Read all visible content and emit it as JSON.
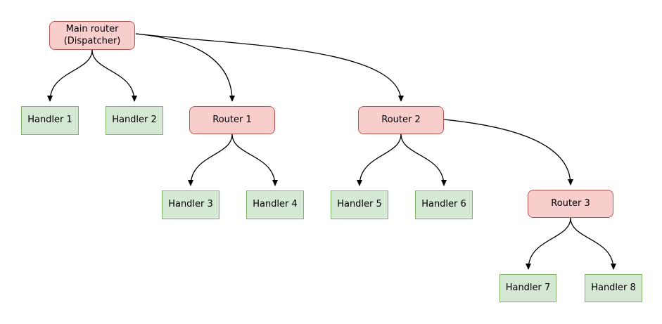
{
  "diagram": {
    "nodes": [
      {
        "id": "main",
        "label": "Main router\n(Dispatcher)",
        "type": "router"
      },
      {
        "id": "h1",
        "label": "Handler 1",
        "type": "handler"
      },
      {
        "id": "h2",
        "label": "Handler 2",
        "type": "handler"
      },
      {
        "id": "r1",
        "label": "Router 1",
        "type": "router"
      },
      {
        "id": "r2",
        "label": "Router 2",
        "type": "router"
      },
      {
        "id": "h3",
        "label": "Handler 3",
        "type": "handler"
      },
      {
        "id": "h4",
        "label": "Handler 4",
        "type": "handler"
      },
      {
        "id": "h5",
        "label": "Handler 5",
        "type": "handler"
      },
      {
        "id": "h6",
        "label": "Handler 6",
        "type": "handler"
      },
      {
        "id": "r3",
        "label": "Router 3",
        "type": "router"
      },
      {
        "id": "h7",
        "label": "Handler 7",
        "type": "handler"
      },
      {
        "id": "h8",
        "label": "Handler 8",
        "type": "handler"
      }
    ],
    "edges": [
      {
        "from": "main",
        "to": "h1"
      },
      {
        "from": "main",
        "to": "h2"
      },
      {
        "from": "main",
        "to": "r1"
      },
      {
        "from": "main",
        "to": "r2"
      },
      {
        "from": "r1",
        "to": "h3"
      },
      {
        "from": "r1",
        "to": "h4"
      },
      {
        "from": "r2",
        "to": "h5"
      },
      {
        "from": "r2",
        "to": "h6"
      },
      {
        "from": "r2",
        "to": "r3"
      },
      {
        "from": "r3",
        "to": "h7"
      },
      {
        "from": "r3",
        "to": "h8"
      }
    ],
    "colors": {
      "router_fill": "#f8cecc",
      "router_border": "#b85450",
      "handler_fill": "#d5e8d4",
      "handler_border": "#82b366",
      "edge": "#000000",
      "text": "#000000",
      "background": "#ffffff"
    }
  }
}
